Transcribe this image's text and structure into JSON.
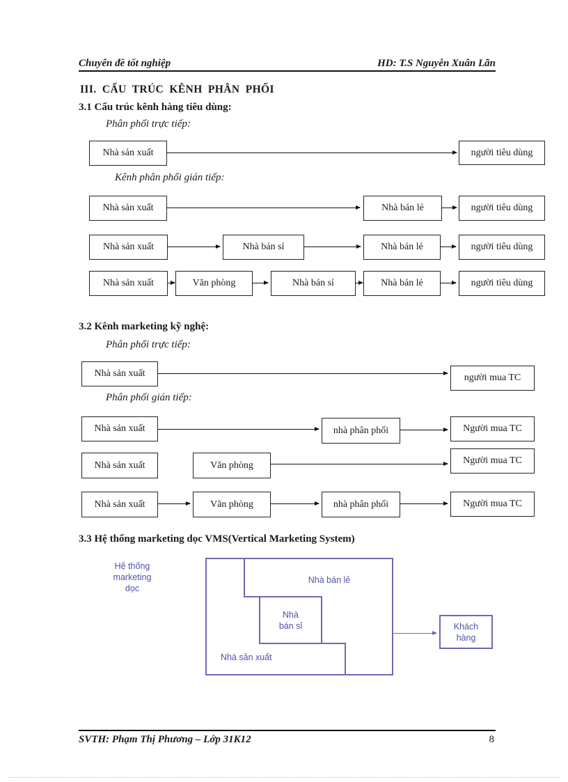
{
  "header": {
    "left": "Chuyên đề tốt nghiệp",
    "right": "HD:  T.S Nguyễn  Xuân  Lãn"
  },
  "sections": {
    "main_title": "III. CẤU TRÚC KÊNH PHÂN PHỐI",
    "s31": {
      "title": "3.1 Cấu trúc kênh hàng tiêu dùng:",
      "direct_label": "Phân phối trực tiếp:",
      "indirect_label": "Kênh phân phối gián tiếp:"
    },
    "s32": {
      "title": "3.2  Kênh marketing kỹ nghệ:",
      "direct_label": "Phân phối trực tiếp:",
      "indirect_label": "Phân phối gián tiếp:"
    },
    "s33": {
      "title": "3.3  Hệ thống marketing dọc VMS(Vertical Marketing System)"
    }
  },
  "boxes": {
    "producer": "Nhà sản xuất",
    "consumer": "người tiêu dùng",
    "retailer": "Nhà bán lẻ",
    "wholesaler": "Nhà bán sỉ",
    "office": "Văn phòng",
    "distributor": "nhà phân phối",
    "industrial_buyer_lc": "người mua TC",
    "industrial_buyer": "Người mua TC"
  },
  "vms": {
    "side_label": [
      "Hệ thống",
      "marketing",
      "dọc"
    ],
    "retailer": "Nhà bán lẻ",
    "wholesaler": [
      "Nhà",
      "bán sỉ"
    ],
    "producer": "Nhà sản xuất",
    "customer": [
      "Khách",
      "hàng"
    ]
  },
  "footer": {
    "left": "SVTH:  Phạm Thị Phương – Lớp 31K12",
    "page_number": "8"
  },
  "colors": {
    "vms_line": "#6a6ab2",
    "vms_text": "#5151a8",
    "ink": "#1a1a1a"
  }
}
